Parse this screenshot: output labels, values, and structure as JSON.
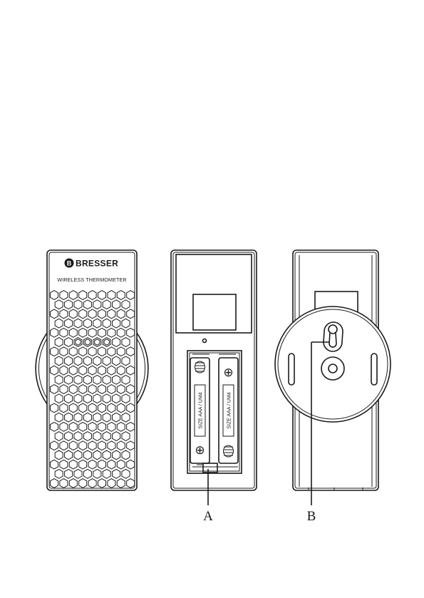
{
  "front": {
    "brand": "BRESSER",
    "model": "WIRELESS THERMOMETER",
    "brand_logo_icon": "bresser-b-logo-icon"
  },
  "battery": {
    "label_left": "SIZE AAA / UM4",
    "label_right": "SIZE AAA / UM4",
    "plus_symbol": "⊕"
  },
  "callouts": {
    "a": "A",
    "b": "B"
  },
  "colors": {
    "line": "#1a1a1a",
    "background": "#ffffff"
  }
}
